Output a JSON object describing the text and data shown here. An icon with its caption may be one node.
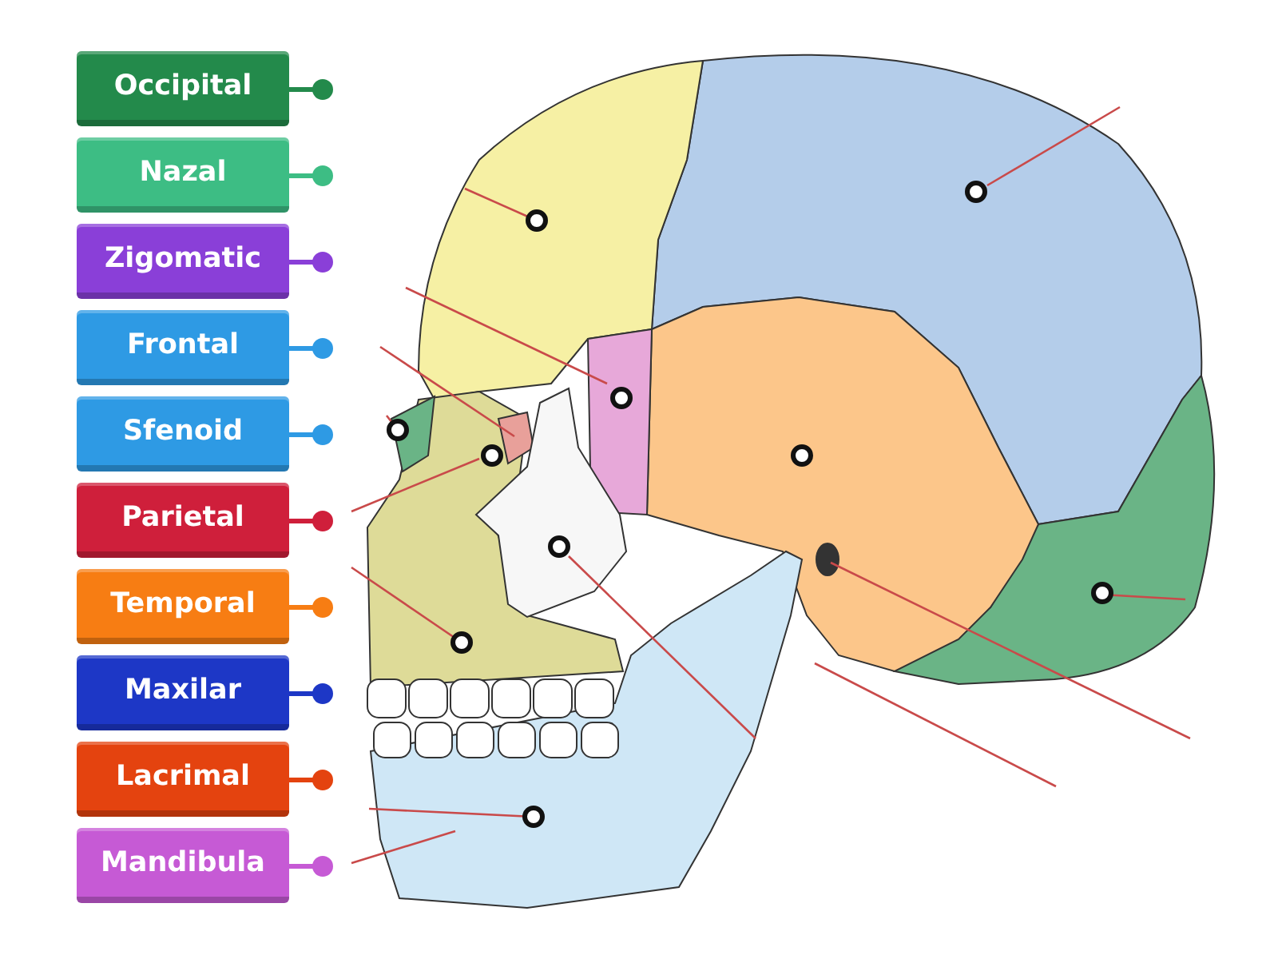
{
  "diagram": {
    "nodes": [
      {
        "text": [
          "Occipital"
        ]
      },
      {
        "text": [
          "Nazal"
        ]
      },
      {
        "text": [
          "Zigomatic"
        ]
      },
      {
        "text": [
          "Frontal"
        ]
      },
      {
        "text": [
          "Sfenoid"
        ]
      },
      {
        "text": [
          "Parietal"
        ]
      },
      {
        "text": [
          "Temporal"
        ]
      },
      {
        "text": [
          "Maxilar"
        ]
      },
      {
        "text": [
          "Lacrimal"
        ]
      },
      {
        "text": [
          "Mandibula"
        ]
      }
    ]
  }
}
